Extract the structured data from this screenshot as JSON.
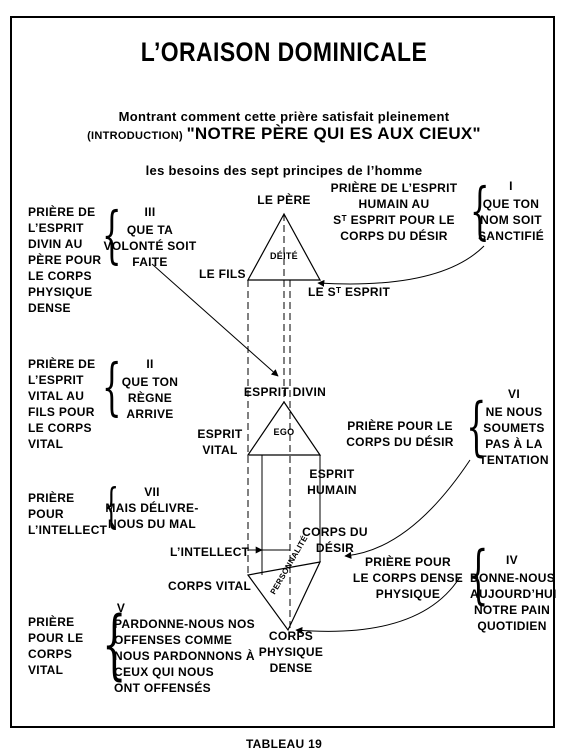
{
  "title": "L’ORAISON DOMINICALE",
  "subtitle": [
    "Montrant comment cette prière satisfait pleinement",
    "les besoins des sept principes de l’homme"
  ],
  "intro": {
    "prefix": "(INTRODUCTION)",
    "text": "\"NOTRE PÈRE QUI ES AUX CIEUX\""
  },
  "diagram": {
    "top_triangle": {
      "apex": "LE PÈRE",
      "center": "DÉITÉ",
      "left": "LE FILS",
      "right": "LE Sᵀ ESPRIT"
    },
    "middle_triangle": {
      "apex": "ESPRIT DIVIN",
      "center": "EGO",
      "left": "ESPRIT\nVITAL",
      "right": "ESPRIT\nHUMAIN"
    },
    "bottom_triangle": {
      "top_right": "CORPS DU\nDÉSIR",
      "center": "PERSONNALITÉ",
      "left": "CORPS VITAL",
      "bottom": "CORPS\nPHYSIQUE\nDENSE"
    },
    "intellect": "L’INTELLECT"
  },
  "petitions": [
    {
      "number": "I",
      "prayer": "PRIÈRE DE L’ESPRIT\nHUMAIN AU\nSᵀ ESPRIT POUR LE\nCORPS DU DÉSIR",
      "text": "QUE TON\nNOM SOIT\nSANCTIFIÉ"
    },
    {
      "number": "II",
      "prayer": "PRIÈRE DE\nL’ESPRIT\nVITAL AU\nFILS POUR\nLE CORPS\nVITAL",
      "text": "QUE TON\nRÈGNE\nARRIVE"
    },
    {
      "number": "III",
      "prayer": "PRIÈRE DE\nL’ESPRIT\nDIVIN AU\nPÈRE POUR\nLE CORPS\nPHYSIQUE\nDENSE",
      "text": "QUE TA\nVOLONTÉ SOIT\nFAITE"
    },
    {
      "number": "IV",
      "prayer": "PRIÈRE POUR\nLE CORPS DENSE\nPHYSIQUE",
      "text": "DONNE-NOUS\nAUJOURD’HUI\nNOTRE PAIN\nQUOTIDIEN"
    },
    {
      "number": "V",
      "prayer": "PRIÈRE\nPOUR LE\nCORPS\nVITAL",
      "text": "PARDONNE-NOUS NOS\nOFFENSES COMME\nNOUS PARDONNONS À\nCEUX QUI NOUS\nONT OFFENSÉS"
    },
    {
      "number": "VI",
      "prayer": "PRIÈRE POUR LE\nCORPS DU DÉSIR",
      "text": "NE NOUS\nSOUMETS\nPAS À LA\nTENTATION"
    },
    {
      "number": "VII",
      "prayer": "PRIÈRE\nPOUR\nL’INTELLECT",
      "text": "MAIS DÉLIVRE-\nNOUS DU MAL"
    }
  ],
  "footer": "TABLEAU 19"
}
